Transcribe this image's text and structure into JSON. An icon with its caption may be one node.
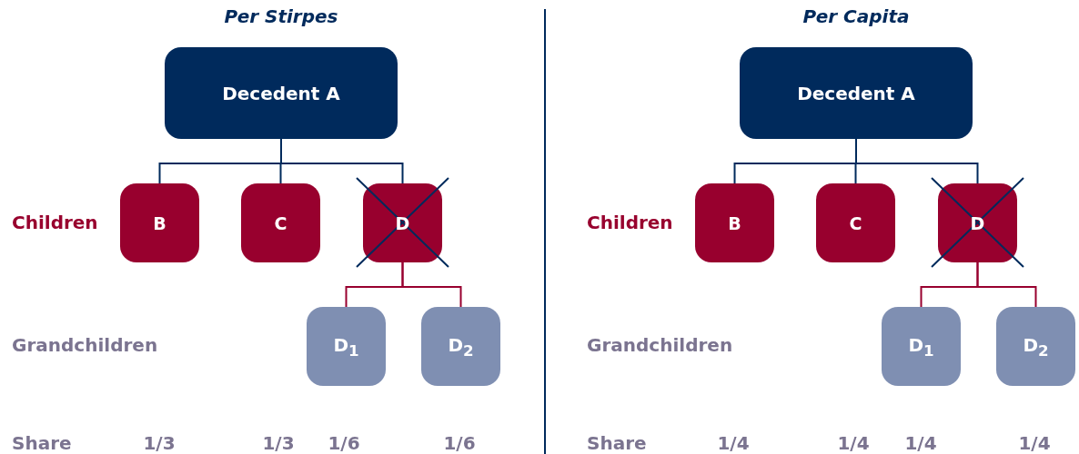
{
  "diagram": {
    "nodes": [
      {
        "text": [
          "Decedent A"
        ]
      },
      {
        "text": [
          "B"
        ]
      },
      {
        "text": [
          "C"
        ]
      },
      {
        "text": [
          "D"
        ]
      },
      {
        "text": [
          "D$_{1}$"
        ]
      },
      {
        "text": [
          "D$_{2}$"
        ]
      },
      {
        "text": [
          "Decedent A"
        ]
      },
      {
        "text": [
          "B"
        ]
      },
      {
        "text": [
          "C"
        ]
      },
      {
        "text": [
          "D"
        ]
      },
      {
        "text": [
          "D$_{1}$"
        ]
      },
      {
        "text": [
          "D$_{2}$"
        ]
      }
    ],
    "edges": [
      {
        "from": 0,
        "to": 1,
        "arrow": "none"
      },
      {
        "from": 0,
        "to": 2,
        "arrow": "none"
      },
      {
        "from": 0,
        "to": 3,
        "arrow": "none"
      },
      {
        "from": 3,
        "to": 4,
        "arrow": "none",
        "color": "#98002e"
      },
      {
        "from": 3,
        "to": 5,
        "arrow": "none",
        "color": "#98002e"
      },
      {
        "from": 6,
        "to": 7,
        "arrow": "none"
      },
      {
        "from": 6,
        "to": 8,
        "arrow": "none"
      },
      {
        "from": 6,
        "to": 9,
        "arrow": "none"
      },
      {
        "from": 9,
        "to": 10,
        "arrow": "none",
        "color": "#98002e"
      },
      {
        "from": 9,
        "to": 11,
        "arrow": "none",
        "color": "#98002e"
      }
    ],
    "labels": [
      "Per Stirpes",
      "Per Capita",
      "Children",
      "Children",
      "Grandchildren",
      "Grandchildren",
      "Share",
      "1/3",
      "1/3",
      "1/6",
      "1/6",
      "Share",
      "1/4",
      "1/4",
      "1/4",
      "1/4"
    ]
  }
}
